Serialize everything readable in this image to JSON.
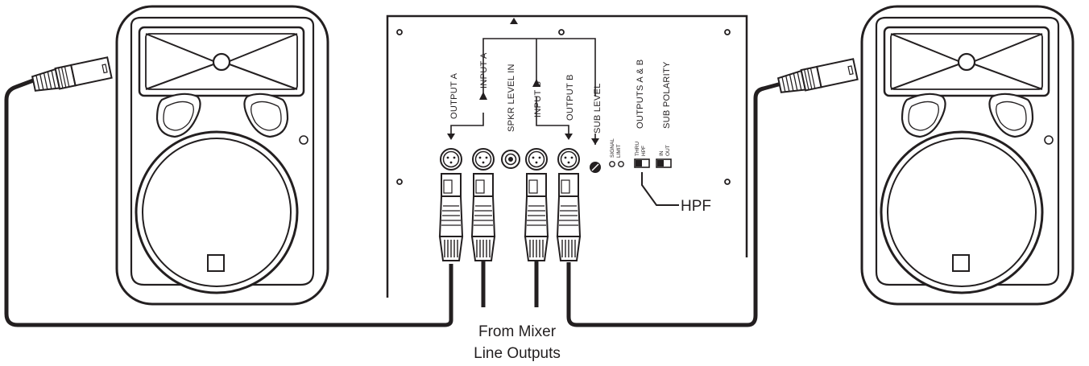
{
  "panel_labels": {
    "output_a": "OUTPUT A",
    "input_a": "INPUT A",
    "spkr_level_in": "SPKR LEVEL IN",
    "input_b": "INPUT B",
    "output_b": "OUTPUT B",
    "sub_level": "SUB LEVEL",
    "signal": "SIGNAL",
    "limit": "LIMIT",
    "outputs_ab": "OUTPUTS A & B",
    "sub_polarity": "SUB POLARITY",
    "thru": "THRU",
    "hpf_small": "HPF",
    "in": "IN",
    "out": "OUT"
  },
  "callout": {
    "hpf": "HPF"
  },
  "caption": {
    "line1": "From Mixer",
    "line2": "Line Outputs"
  },
  "colors": {
    "ink": "#231f20",
    "fill": "#ffffff"
  },
  "icons": [
    "speaker-left",
    "speaker-right",
    "xlr-jack",
    "xlr-plug",
    "trs-jack",
    "level-knob",
    "led",
    "slide-switch"
  ]
}
